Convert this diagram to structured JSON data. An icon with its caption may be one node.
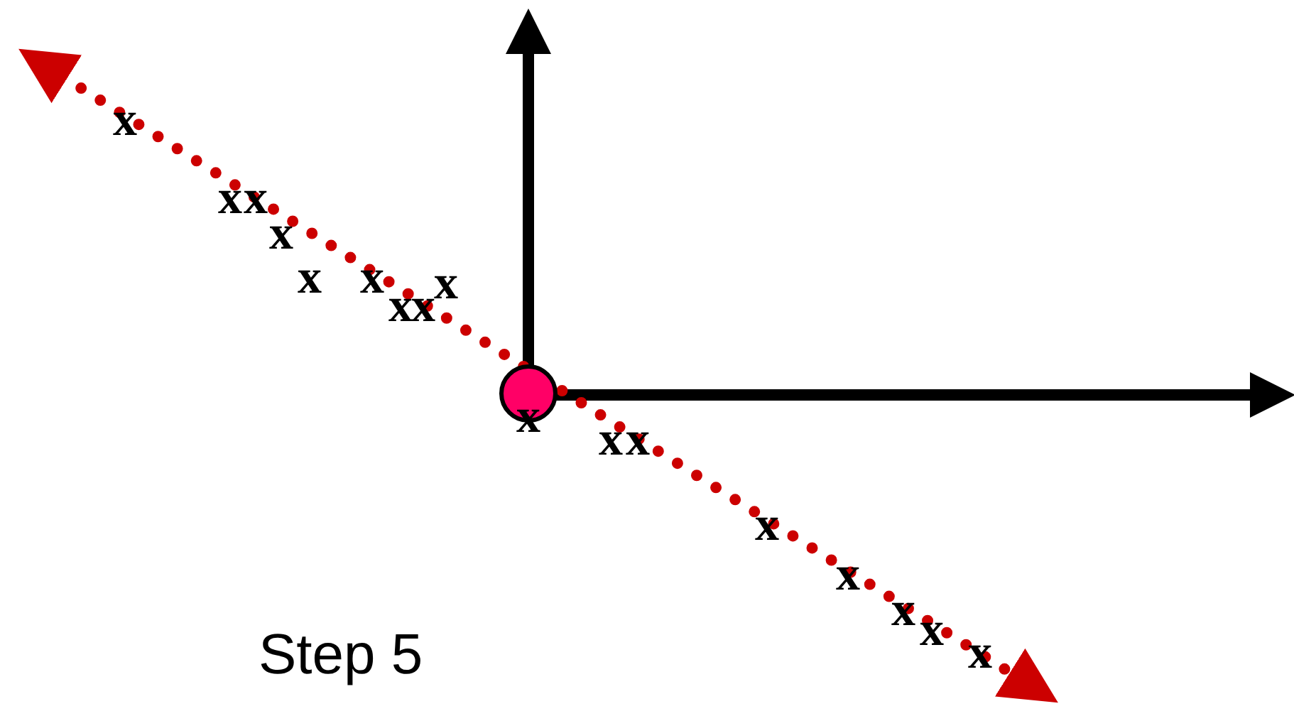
{
  "diagram": {
    "caption": "Step 5",
    "labels": [
      "x",
      "x",
      "x",
      "x",
      "x",
      "x",
      "x",
      "x",
      "x",
      "x",
      "x",
      "x",
      "x",
      "x",
      "x",
      "x",
      "x"
    ]
  }
}
